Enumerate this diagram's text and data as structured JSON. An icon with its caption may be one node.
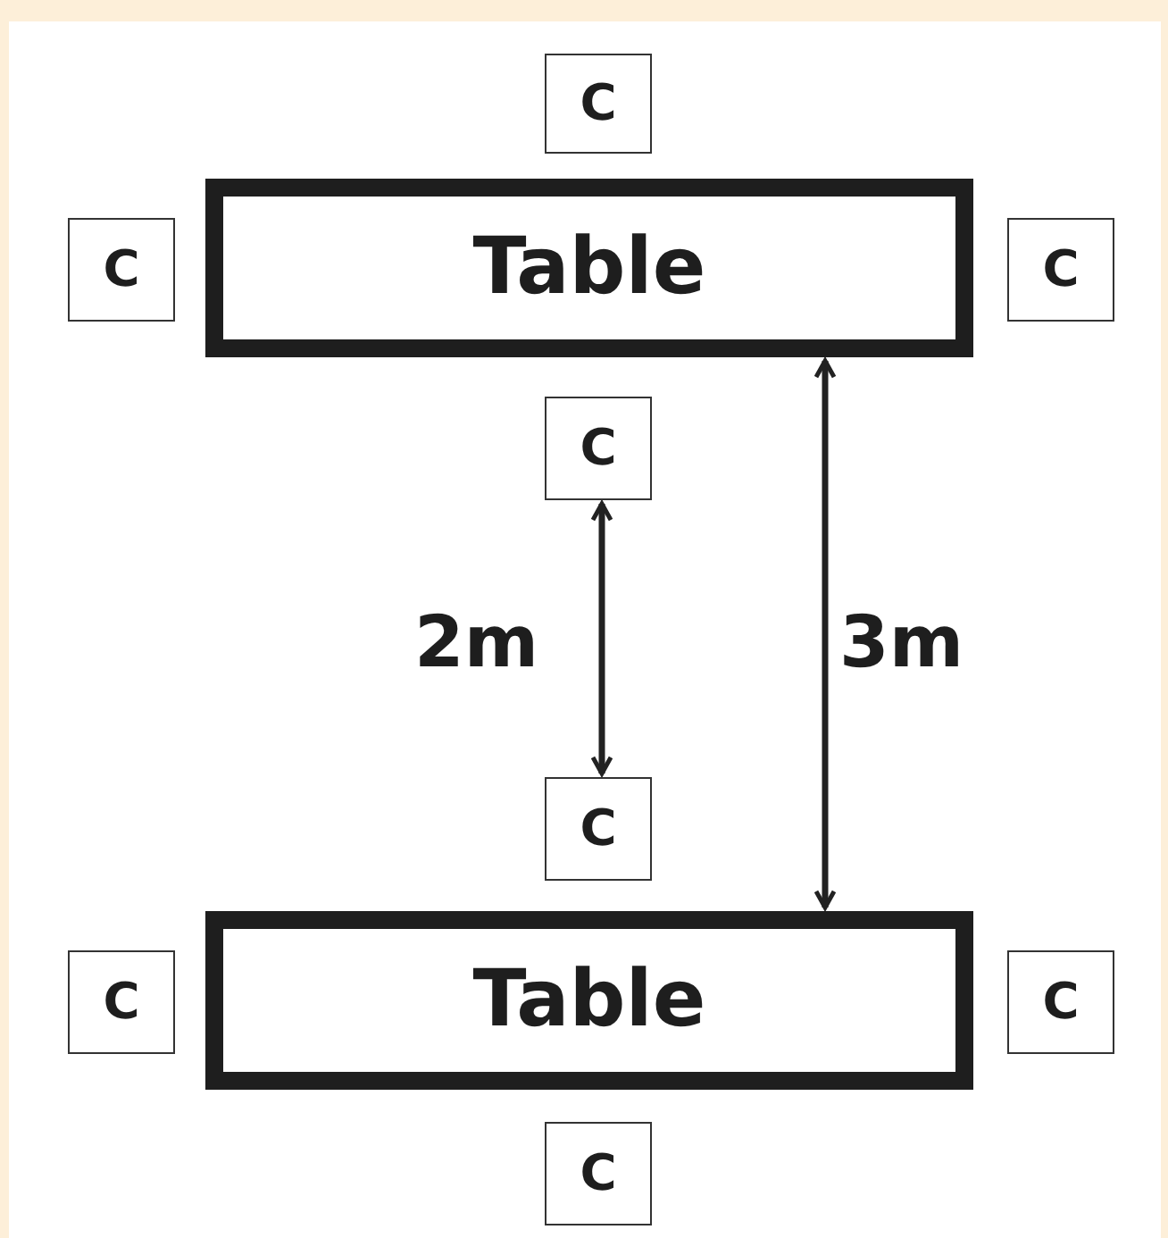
{
  "diagram": {
    "nodes": [
      {
        "text": [
          "C"
        ]
      },
      {
        "text": [
          "C"
        ]
      },
      {
        "text": [
          "Table"
        ]
      },
      {
        "text": [
          "C"
        ]
      },
      {
        "text": [
          "C"
        ]
      },
      {
        "text": [
          "C"
        ]
      },
      {
        "text": [
          "C"
        ]
      },
      {
        "text": [
          "Table"
        ]
      },
      {
        "text": [
          "C"
        ]
      },
      {
        "text": [
          "C"
        ]
      }
    ],
    "edges": [
      {
        "from": 4,
        "to": 5,
        "arrow": "both",
        "label": "2m"
      },
      {
        "from": 2,
        "to": 7,
        "arrow": "both",
        "label": "3m"
      }
    ]
  }
}
